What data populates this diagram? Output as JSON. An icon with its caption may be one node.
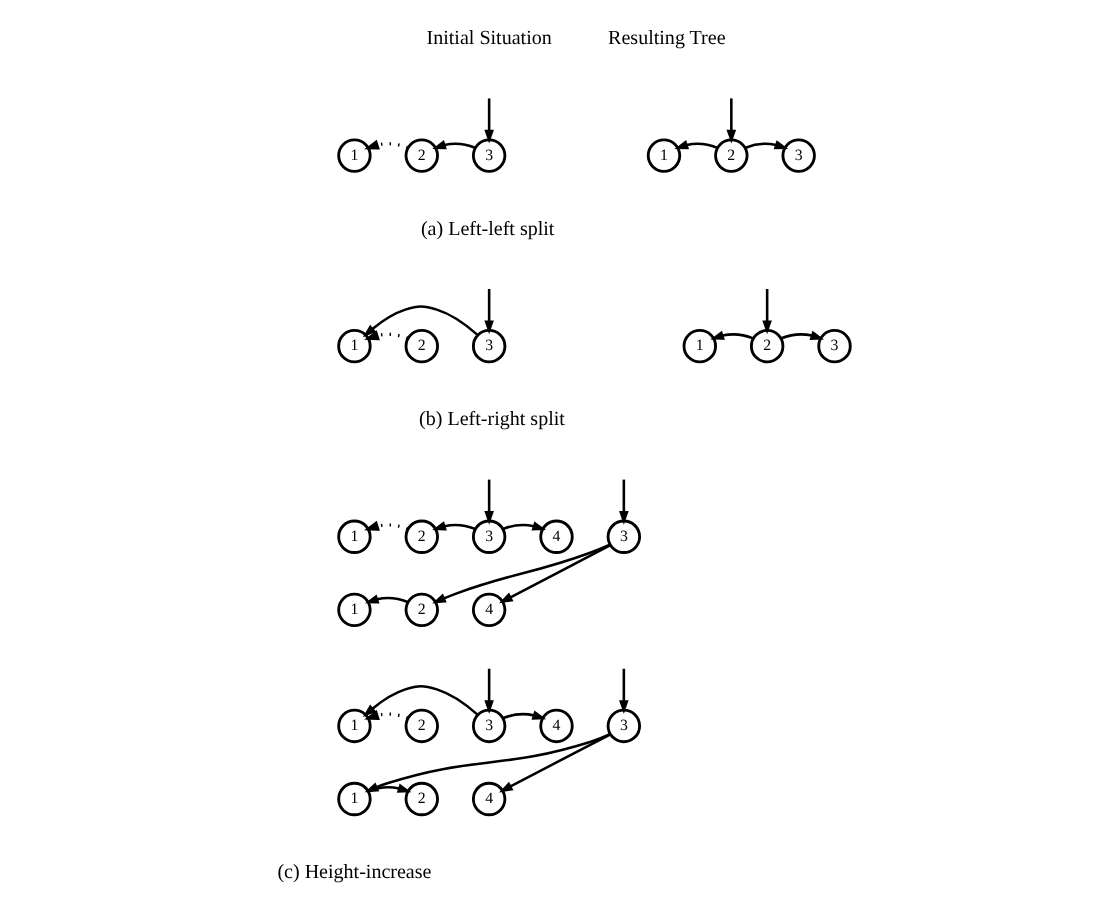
{
  "diagram": {
    "nodes": [
      {
        "text": [
          "1"
        ]
      },
      {
        "text": [
          "2"
        ]
      },
      {
        "text": [
          "3"
        ]
      },
      {
        "text": [
          "1"
        ]
      },
      {
        "text": [
          "2"
        ]
      },
      {
        "text": [
          "3"
        ]
      },
      {
        "text": [
          "1"
        ]
      },
      {
        "text": [
          "2"
        ]
      },
      {
        "text": [
          "3"
        ]
      },
      {
        "text": [
          "1"
        ]
      },
      {
        "text": [
          "2"
        ]
      },
      {
        "text": [
          "3"
        ]
      },
      {
        "text": [
          "1"
        ]
      },
      {
        "text": [
          "2"
        ]
      },
      {
        "text": [
          "3"
        ]
      },
      {
        "text": [
          "4"
        ]
      },
      {
        "text": [
          "3"
        ]
      },
      {
        "text": [
          "1"
        ]
      },
      {
        "text": [
          "2"
        ]
      },
      {
        "text": [
          "4"
        ]
      },
      {
        "text": [
          "1"
        ]
      },
      {
        "text": [
          "2"
        ]
      },
      {
        "text": [
          "3"
        ]
      },
      {
        "text": [
          "4"
        ]
      },
      {
        "text": [
          "3"
        ]
      },
      {
        "text": [
          "1"
        ]
      },
      {
        "text": [
          "2"
        ]
      },
      {
        "text": [
          "4"
        ]
      }
    ],
    "edges": [
      {
        "from": null,
        "to": 2,
        "arrow": "to"
      },
      {
        "from": 2,
        "to": 1,
        "arrow": "to"
      },
      {
        "from": 1,
        "to": 0,
        "arrow": "to",
        "style": "dashed"
      },
      {
        "from": null,
        "to": 4,
        "arrow": "to"
      },
      {
        "from": 4,
        "to": 3,
        "arrow": "to"
      },
      {
        "from": 4,
        "to": 5,
        "arrow": "to"
      },
      {
        "from": null,
        "to": 8,
        "arrow": "to"
      },
      {
        "from": 8,
        "to": 6,
        "arrow": "to"
      },
      {
        "from": 7,
        "to": 6,
        "arrow": "to",
        "style": "dashed"
      },
      {
        "from": null,
        "to": 10,
        "arrow": "to"
      },
      {
        "from": 10,
        "to": 9,
        "arrow": "to"
      },
      {
        "from": 10,
        "to": 11,
        "arrow": "to"
      },
      {
        "from": null,
        "to": 14,
        "arrow": "to"
      },
      {
        "from": 13,
        "to": 12,
        "arrow": "to",
        "style": "dashed"
      },
      {
        "from": 14,
        "to": 13,
        "arrow": "to"
      },
      {
        "from": 14,
        "to": 15,
        "arrow": "to"
      },
      {
        "from": null,
        "to": 16,
        "arrow": "to"
      },
      {
        "from": 16,
        "to": 18,
        "arrow": "to"
      },
      {
        "from": 16,
        "to": 19,
        "arrow": "to"
      },
      {
        "from": 18,
        "to": 17,
        "arrow": "to"
      },
      {
        "from": null,
        "to": 22,
        "arrow": "to"
      },
      {
        "from": 22,
        "to": 20,
        "arrow": "to"
      },
      {
        "from": 21,
        "to": 20,
        "arrow": "to",
        "style": "dashed"
      },
      {
        "from": 22,
        "to": 23,
        "arrow": "to"
      },
      {
        "from": null,
        "to": 24,
        "arrow": "to"
      },
      {
        "from": 24,
        "to": 25,
        "arrow": "to"
      },
      {
        "from": 24,
        "to": 27,
        "arrow": "to"
      },
      {
        "from": 25,
        "to": 26,
        "arrow": "to"
      }
    ],
    "labels": [
      "Initial Situation",
      "Resulting Tree",
      "(a) Left-left split",
      "(b) Left-right split",
      "(c) Height-increase"
    ]
  }
}
